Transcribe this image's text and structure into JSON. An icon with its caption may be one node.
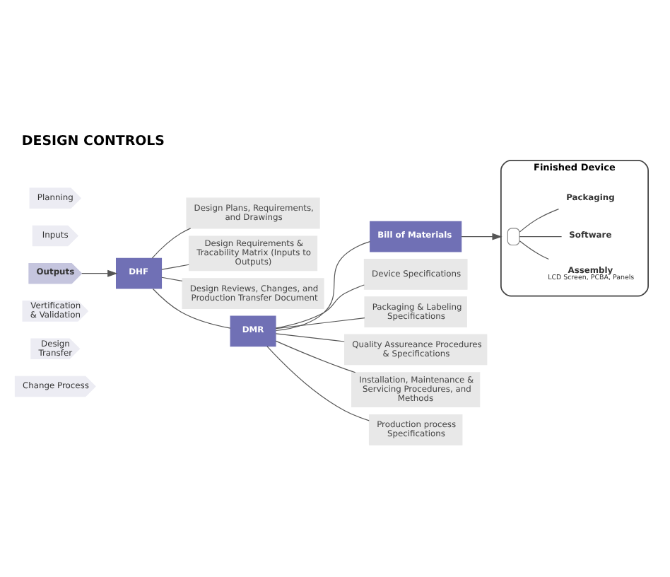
{
  "diagram": {
    "title": "DESIGN CONTROLS",
    "nodes": [
      {
        "text": [
          "Planning"
        ]
      },
      {
        "text": [
          "Inputs"
        ]
      },
      {
        "text": [
          "Outputs"
        ]
      },
      {
        "text": [
          "Vertification & Validation"
        ]
      },
      {
        "text": [
          "Design Transfer"
        ]
      },
      {
        "text": [
          "Change Process"
        ]
      },
      {
        "text": [
          "DHF"
        ]
      },
      {
        "text": [
          "Design Plans, Requirements, and Drawings"
        ]
      },
      {
        "text": [
          "Design Requirements & Tracability Matrix (Inputs to Outputs)"
        ]
      },
      {
        "text": [
          "Design Reviews, Changes, and Production Transfer Document"
        ]
      },
      {
        "text": [
          "DMR"
        ]
      },
      {
        "text": [
          "Bill of Materials"
        ]
      },
      {
        "text": [
          "Device Specifications"
        ]
      },
      {
        "text": [
          "Packaging & Labeling Specifications"
        ]
      },
      {
        "text": [
          "Quality Assureance Procedures & Specifications"
        ]
      },
      {
        "text": [
          "Installation, Maintenance & Servicing Procedures, and Methods"
        ]
      },
      {
        "text": [
          "Production process Specifications"
        ]
      },
      {
        "text": [
          "Finished Device"
        ]
      },
      {
        "text": [],
        "shape": "box",
        "in": 17
      },
      {
        "text": [
          "Assembly",
          "LCD Screen, PCBA, Panels"
        ],
        "in": 17
      },
      {
        "text": [
          "Software"
        ],
        "in": 17
      },
      {
        "text": [
          "Packaging"
        ],
        "in": 17
      }
    ],
    "edges": [
      {
        "from": 2,
        "to": 6,
        "arrow": "to"
      },
      {
        "from": 6,
        "to": 7,
        "arrow": "none"
      },
      {
        "from": 6,
        "to": 8,
        "arrow": "none"
      },
      {
        "from": 6,
        "to": 9,
        "arrow": "none"
      },
      {
        "from": 6,
        "to": 10,
        "arrow": "none"
      },
      {
        "from": 10,
        "to": 11,
        "arrow": "none"
      },
      {
        "from": 10,
        "to": 12,
        "arrow": "none"
      },
      {
        "from": 10,
        "to": 13,
        "arrow": "none"
      },
      {
        "from": 10,
        "to": 14,
        "arrow": "none"
      },
      {
        "from": 10,
        "to": 15,
        "arrow": "none"
      },
      {
        "from": 10,
        "to": 16,
        "arrow": "none"
      },
      {
        "from": 11,
        "to": 17,
        "arrow": "to"
      },
      {
        "from": 18,
        "to": 19,
        "arrow": "none"
      },
      {
        "from": 18,
        "to": 20,
        "arrow": "none"
      },
      {
        "from": 18,
        "to": 21,
        "arrow": "none"
      }
    ]
  }
}
